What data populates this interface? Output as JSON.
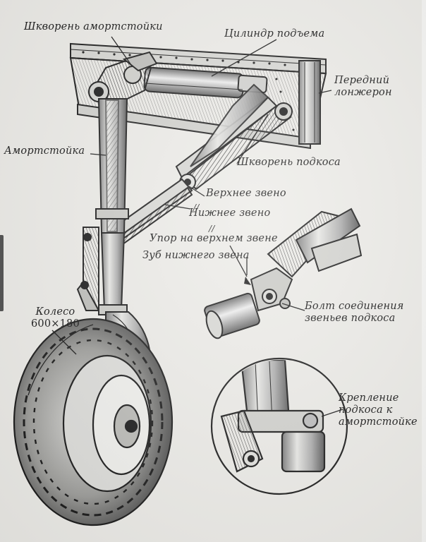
{
  "labels": {
    "kingpin_strut": "Шкворень амортстойки",
    "lift_cylinder": "Цилиндр подъема",
    "front_spar": [
      "Передний",
      "лонжерон"
    ],
    "shock_strut": "Амортстойка",
    "brace_kingpin": "Шкворень подкоса",
    "upper_link": "Верхнее звено",
    "lower_link": "Нижнее звено",
    "upper_link_stop": "Упор на верхнем звене",
    "lower_link_tooth": "Зуб нижнего звена",
    "link_bolt": [
      "Болт соединения",
      "звеньев подкоса"
    ],
    "wheel": [
      "Колесо",
      "600×180"
    ],
    "brace_mount": [
      "Крепление",
      "подкоса к",
      "амортстойке"
    ],
    "leader_marks": [
      "//",
      "//"
    ]
  },
  "colors": {
    "ink": "#151515",
    "paper": "#ecebe7",
    "shade": "#5e5e5e"
  }
}
